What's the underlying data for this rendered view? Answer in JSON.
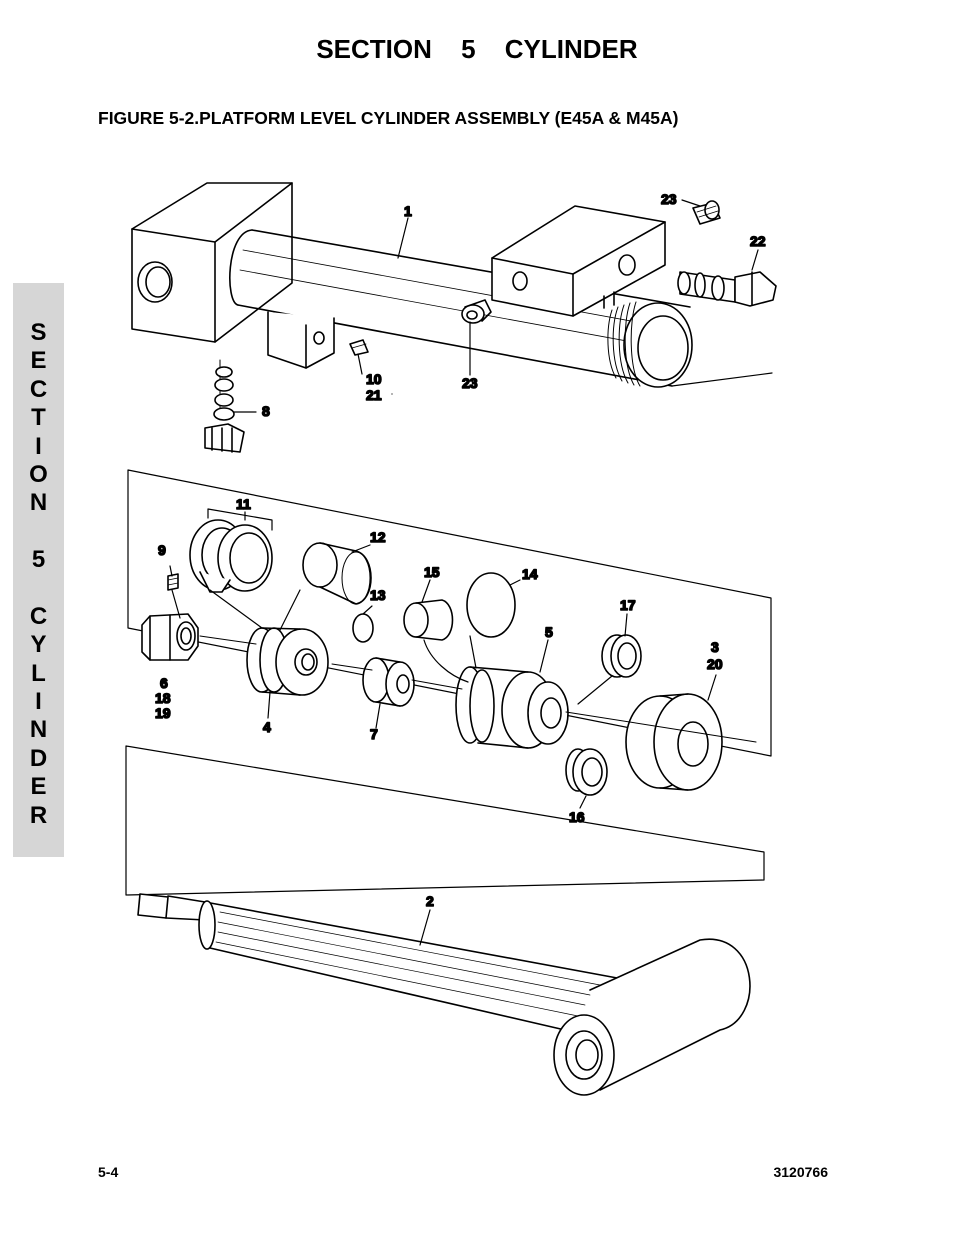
{
  "header": {
    "section_title": "SECTION 5    CYLINDER"
  },
  "figure": {
    "title": "FIGURE 5-2.PLATFORM LEVEL CYLINDER ASSEMBLY (E45A & M45A)"
  },
  "side_tab": {
    "letters": [
      "S",
      "E",
      "C",
      "T",
      "I",
      "O",
      "N",
      " ",
      "5",
      " ",
      "C",
      "Y",
      "L",
      "I",
      "N",
      "D",
      "E",
      "R"
    ]
  },
  "callouts": {
    "c1": "1",
    "c2": "2",
    "c3": "3",
    "c20": "20",
    "c4": "4",
    "c5": "5",
    "c6": "6",
    "c18": "18",
    "c19": "19",
    "c7": "7",
    "c8": "8",
    "c9": "9",
    "c10": "10",
    "c21": "21",
    "c11": "11",
    "c12": "12",
    "c13": "13",
    "c14": "14",
    "c15": "15",
    "c16": "16",
    "c17": "17",
    "c22": "22",
    "c23a": "23",
    "c23b": "23"
  },
  "footer": {
    "page_number": "5-4",
    "doc_number": "3120766"
  }
}
